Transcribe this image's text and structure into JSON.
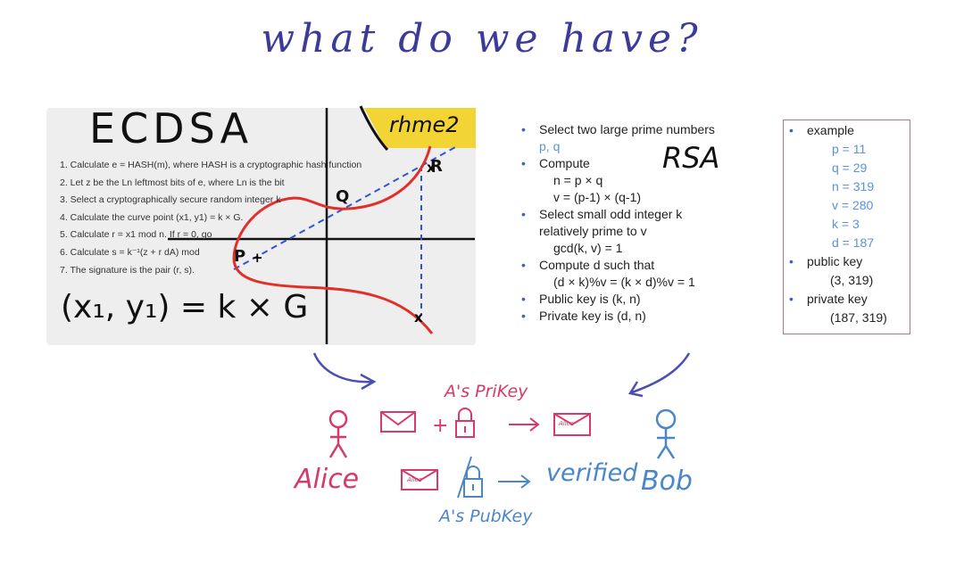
{
  "title": "what do we have?",
  "ecdsa": {
    "heading": "ECDSA",
    "badge": "rhme2",
    "steps": [
      "1. Calculate e = HASH(m), where HASH is a cryptographic hash function",
      "2. Let z be the Ln leftmost bits of e, where Ln is the bit",
      "3. Select a cryptographically secure random integer k",
      "4. Calculate the curve point (x1, y1) = k × G.",
      "5. Calculate r = x1 mod n. If r = 0, go",
      "6. Calculate s = k⁻¹(z + r dA) mod",
      "7. The signature is the pair (r, s)."
    ],
    "formula": "(x₁, y₁) = k × G",
    "points": {
      "p": "P",
      "q": "Q",
      "r": "R"
    }
  },
  "rsa": {
    "label": "RSA",
    "items": [
      {
        "text": "Select two large prime numbers",
        "sub": [
          "p, q"
        ]
      },
      {
        "text": "Compute",
        "sub": [
          "n = p × q",
          "v = (p-1) × (q-1)"
        ]
      },
      {
        "text": "Select small odd integer k",
        "line2": "relatively prime to v",
        "sub": [
          "gcd(k, v) = 1"
        ]
      },
      {
        "text": "Compute d such that",
        "sub": [
          "(d × k)%v = (k × d)%v = 1"
        ]
      },
      {
        "text": "Public key is (k, n)",
        "sub": []
      },
      {
        "text": "Private key is (d, n)",
        "sub": []
      }
    ]
  },
  "example": {
    "label": "example",
    "values": [
      "p = 11",
      "q = 29",
      "n = 319",
      "v = 280",
      "k = 3",
      "d = 187"
    ],
    "public_label": "public key",
    "public_value": "(3, 319)",
    "private_label": "private key",
    "private_value": "(187, 319)"
  },
  "flow": {
    "alice": "Alice",
    "bob": "Bob",
    "priv_key": "A's PriKey",
    "pub_key": "A's PubKey",
    "verified": "verified",
    "plus": "+",
    "envelope_label": "Alice"
  },
  "colors": {
    "title": "#3c3b9a",
    "pink": "#d63a6a",
    "blue": "#4a86c8",
    "curve": "#e0302a",
    "badge": "#f2d434"
  }
}
